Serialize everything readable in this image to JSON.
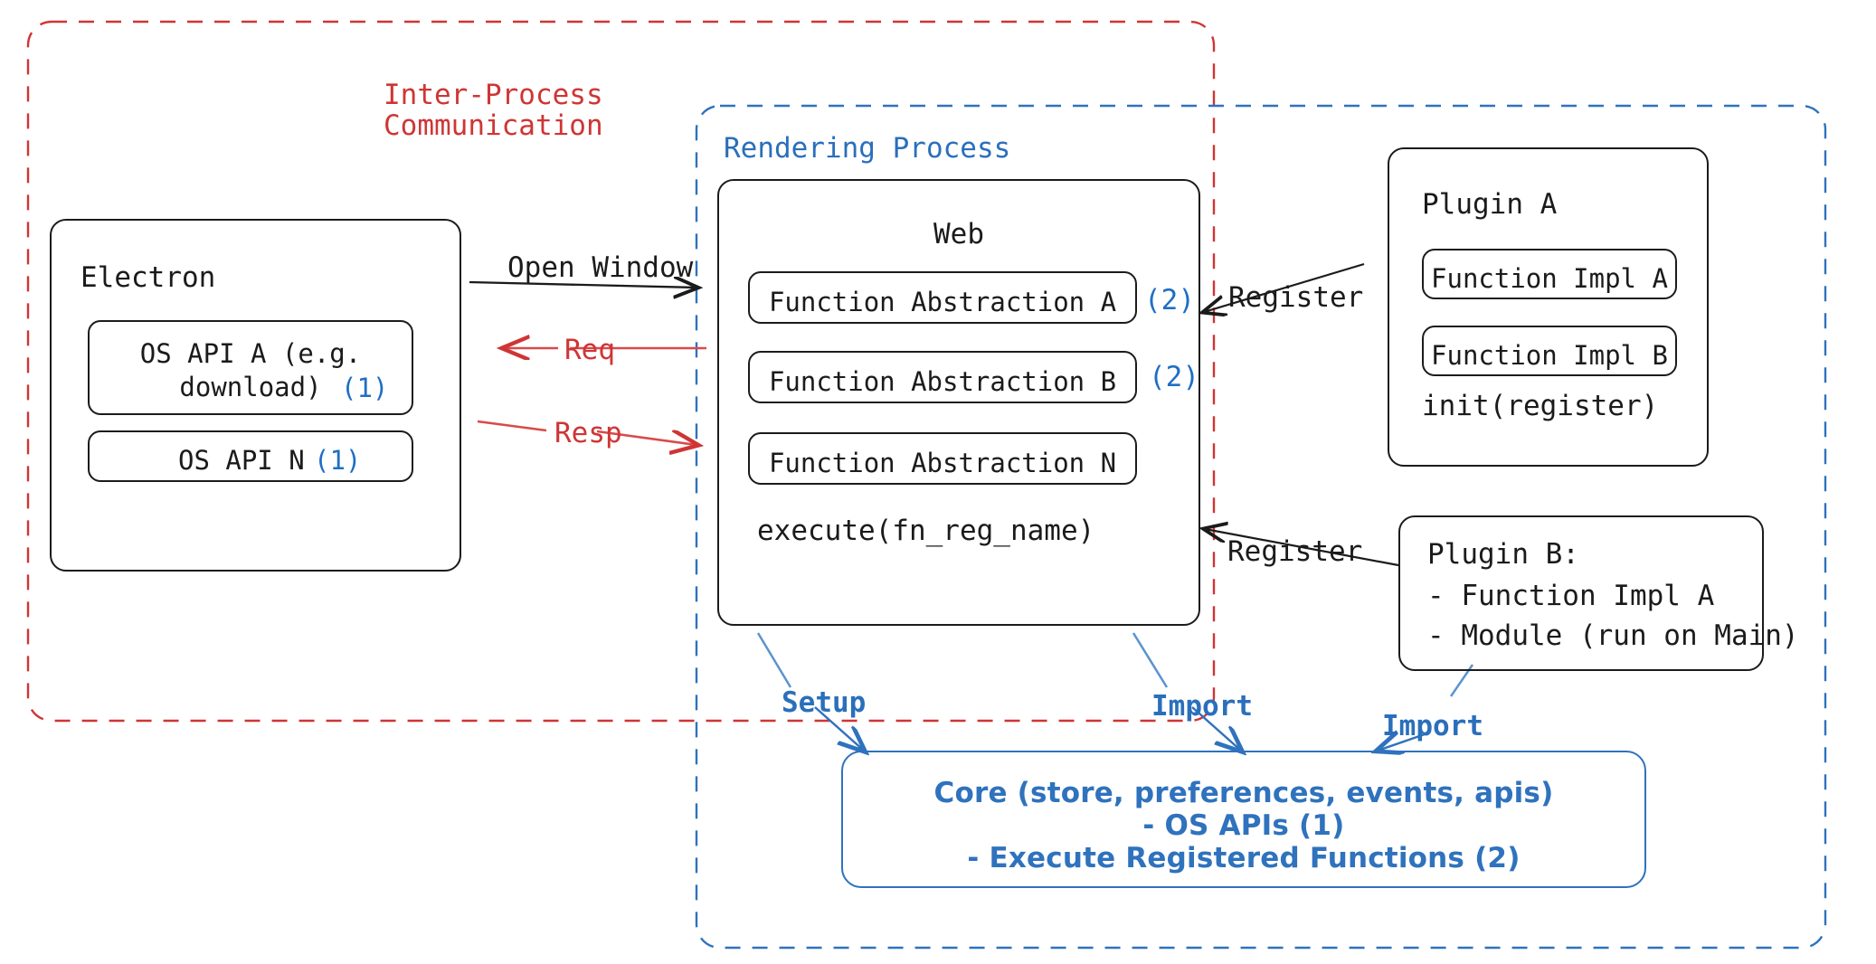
{
  "diagram": {
    "title": "Electron plugin architecture",
    "colors": {
      "ipc_red": "#cf3535",
      "process_blue": "#2f72bd",
      "annotation_blue": "#1f6fc4",
      "box_black": "#1b1b1b"
    },
    "regions": [
      {
        "id": "ipc",
        "label_line1": "Inter-Process",
        "label_line2": "Communication",
        "style": "dashed-red"
      },
      {
        "id": "rendering",
        "label": "Rendering Process",
        "style": "dashed-blue"
      }
    ],
    "electron": {
      "title": "Electron",
      "apis": [
        {
          "label": "OS API A (e.g.\ndownload)",
          "marker": "(1)"
        },
        {
          "label": "OS API N",
          "marker": "(1)"
        }
      ]
    },
    "web": {
      "title": "Web",
      "abstractions": [
        {
          "label": "Function Abstraction A",
          "marker": "(2)"
        },
        {
          "label": "Function Abstraction B",
          "marker": "(2)"
        },
        {
          "label": "Function Abstraction N",
          "marker": ""
        }
      ],
      "execute": "execute(fn_reg_name)"
    },
    "plugin_a": {
      "title": "Plugin A",
      "impls": [
        "Function Impl A",
        "Function Impl B"
      ],
      "init": "init(register)"
    },
    "plugin_b": {
      "title": "Plugin B:",
      "items": [
        "- Function Impl A",
        "- Module (run on Main)"
      ]
    },
    "core": {
      "line1": "Core (store, preferences, events, apis)",
      "line2": "- OS APIs (1)",
      "line3": "- Execute Registered Functions (2)"
    },
    "arrows": [
      {
        "id": "open-window",
        "label": "Open Window",
        "color": "#1b1b1b"
      },
      {
        "id": "req",
        "label": "Req",
        "color": "#cf3535"
      },
      {
        "id": "resp",
        "label": "Resp",
        "color": "#cf3535"
      },
      {
        "id": "register-a",
        "label": "Register",
        "color": "#1b1b1b"
      },
      {
        "id": "register-b",
        "label": "Register",
        "color": "#1b1b1b"
      },
      {
        "id": "setup",
        "label": "Setup",
        "color": "#2f72bd"
      },
      {
        "id": "import-web",
        "label": "Import",
        "color": "#2f72bd"
      },
      {
        "id": "import-plugin-b",
        "label": "Import",
        "color": "#2f72bd"
      }
    ]
  }
}
